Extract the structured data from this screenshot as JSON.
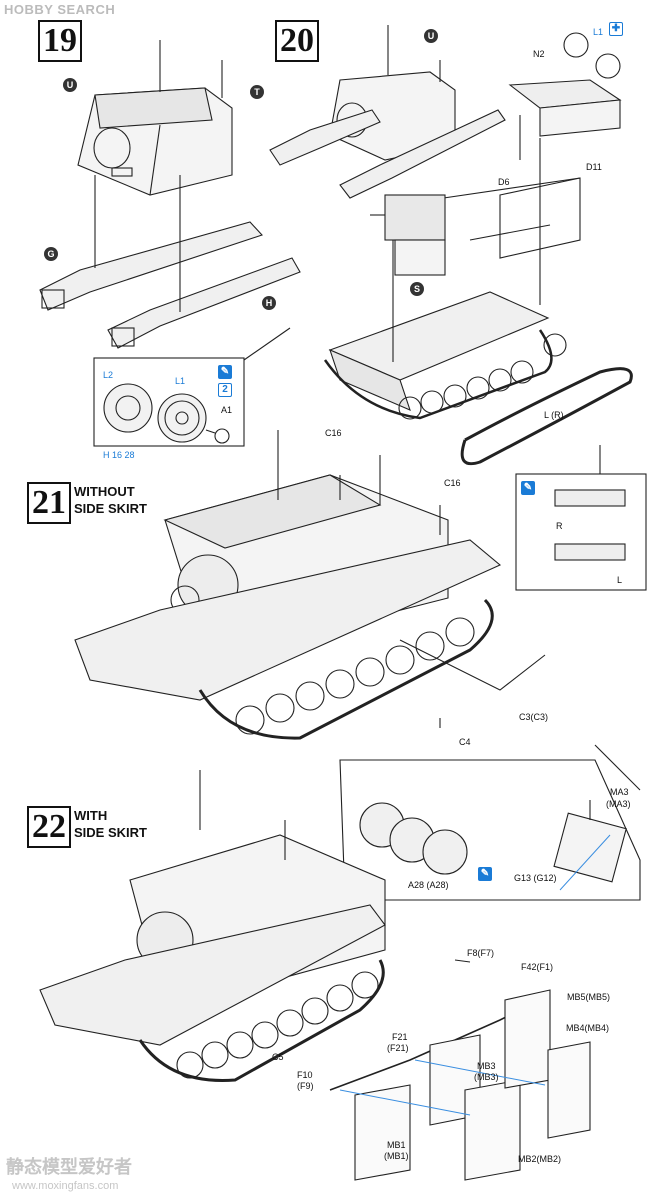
{
  "watermark": {
    "brand": "HOBBY SEARCH",
    "site_cn": "静态模型爱好者",
    "site_url": "www.moxingfans.com"
  },
  "steps": {
    "s19": {
      "number": "19"
    },
    "s20": {
      "number": "20"
    },
    "s21": {
      "number": "21",
      "title_line1": "WITHOUT",
      "title_line2": "SIDE SKIRT"
    },
    "s22": {
      "number": "22",
      "title_line1": "WITH",
      "title_line2": "SIDE SKIRT"
    }
  },
  "callouts": {
    "U": "U",
    "T": "T",
    "G": "G",
    "H": "H",
    "S": "S"
  },
  "icons": {
    "x2": "2",
    "x2b": "2",
    "glue_icon": "glue-icon"
  },
  "labels": {
    "L1_top": "L1",
    "N2": "N2",
    "D11": "D11",
    "D6": "D6",
    "L2": "L2",
    "L1": "L1",
    "A1": "A1",
    "H16_28": "H  16 28",
    "LR": "L (R)",
    "R": "R",
    "L": "L",
    "C16a": "C16",
    "C16b": "C16",
    "C3": "C3(C3)",
    "C4": "C4",
    "MA3": "MA3",
    "MA3b": "(MA3)",
    "A28": "A28 (A28)",
    "G13": "G13 (G12)",
    "F8": "F8(F7)",
    "F42": "F42(F1)",
    "MB5": "MB5(MB5)",
    "MB4": "MB4(MB4)",
    "F21": "F21",
    "F21b": "(F21)",
    "MB3": "MB3",
    "MB3b": "(MB3)",
    "C5": "C5",
    "F10": "F10",
    "F9": "(F9)",
    "MB1": "MB1",
    "MB1b": "(MB1)",
    "MB2": "MB2(MB2)"
  }
}
